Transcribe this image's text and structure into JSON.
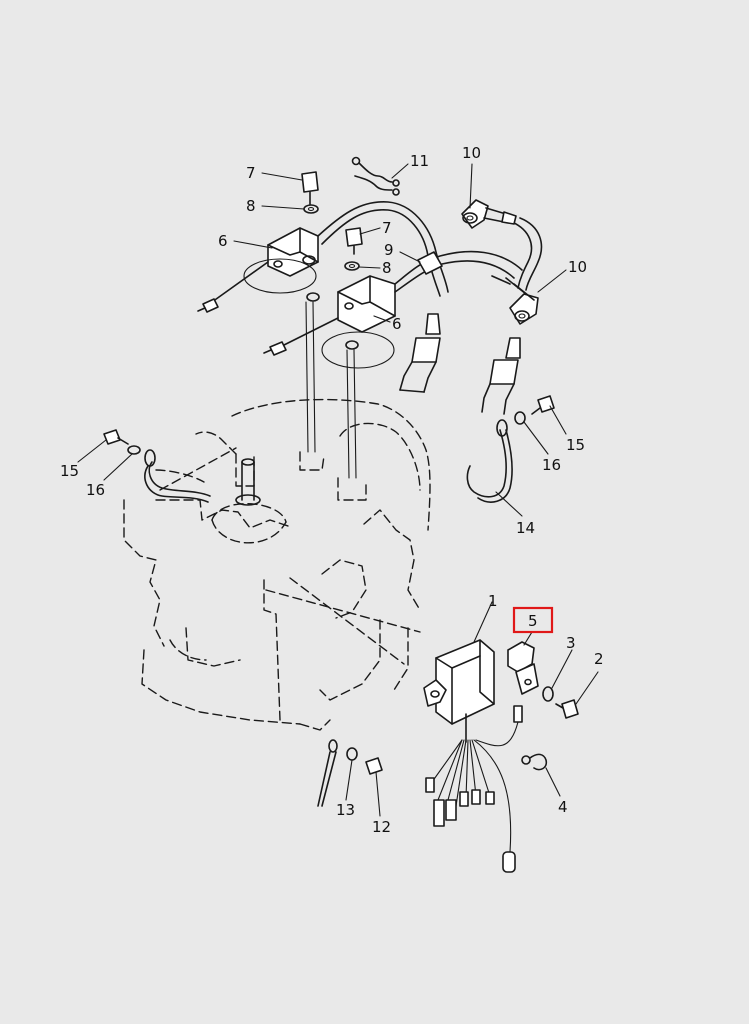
{
  "diagram": {
    "callouts": [
      "1",
      "2",
      "3",
      "4",
      "5",
      "6",
      "6",
      "7",
      "7",
      "8",
      "8",
      "9",
      "10",
      "10",
      "11",
      "12",
      "13",
      "14",
      "15",
      "15",
      "16",
      "16"
    ],
    "highlighted_callout": "5",
    "colors": {
      "background": "#e9e9e9",
      "line": "#1a1a1a",
      "highlight": "#e01818"
    }
  }
}
